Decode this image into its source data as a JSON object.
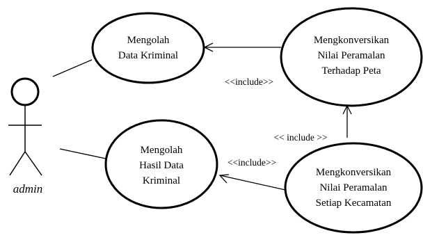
{
  "diagram": {
    "actor": {
      "name": "admin"
    },
    "use_cases": {
      "mengolah_data": [
        "Mengolah",
        "Data Kriminal"
      ],
      "konversi_peta": [
        "Mengkonversikan",
        "Nilai Peramalan",
        "Terhadap Peta"
      ],
      "mengolah_hasil": [
        "Mengolah",
        "Hasil Data",
        "Kriminal"
      ],
      "konversi_kecamatan": [
        "Mengkonversikan",
        "Nilai Peramalan",
        "Setiap Kecamatan"
      ]
    },
    "relations": {
      "include_top": "<<include>>",
      "include_middle": "<< include >>",
      "include_bottom": "<<include>>"
    }
  }
}
